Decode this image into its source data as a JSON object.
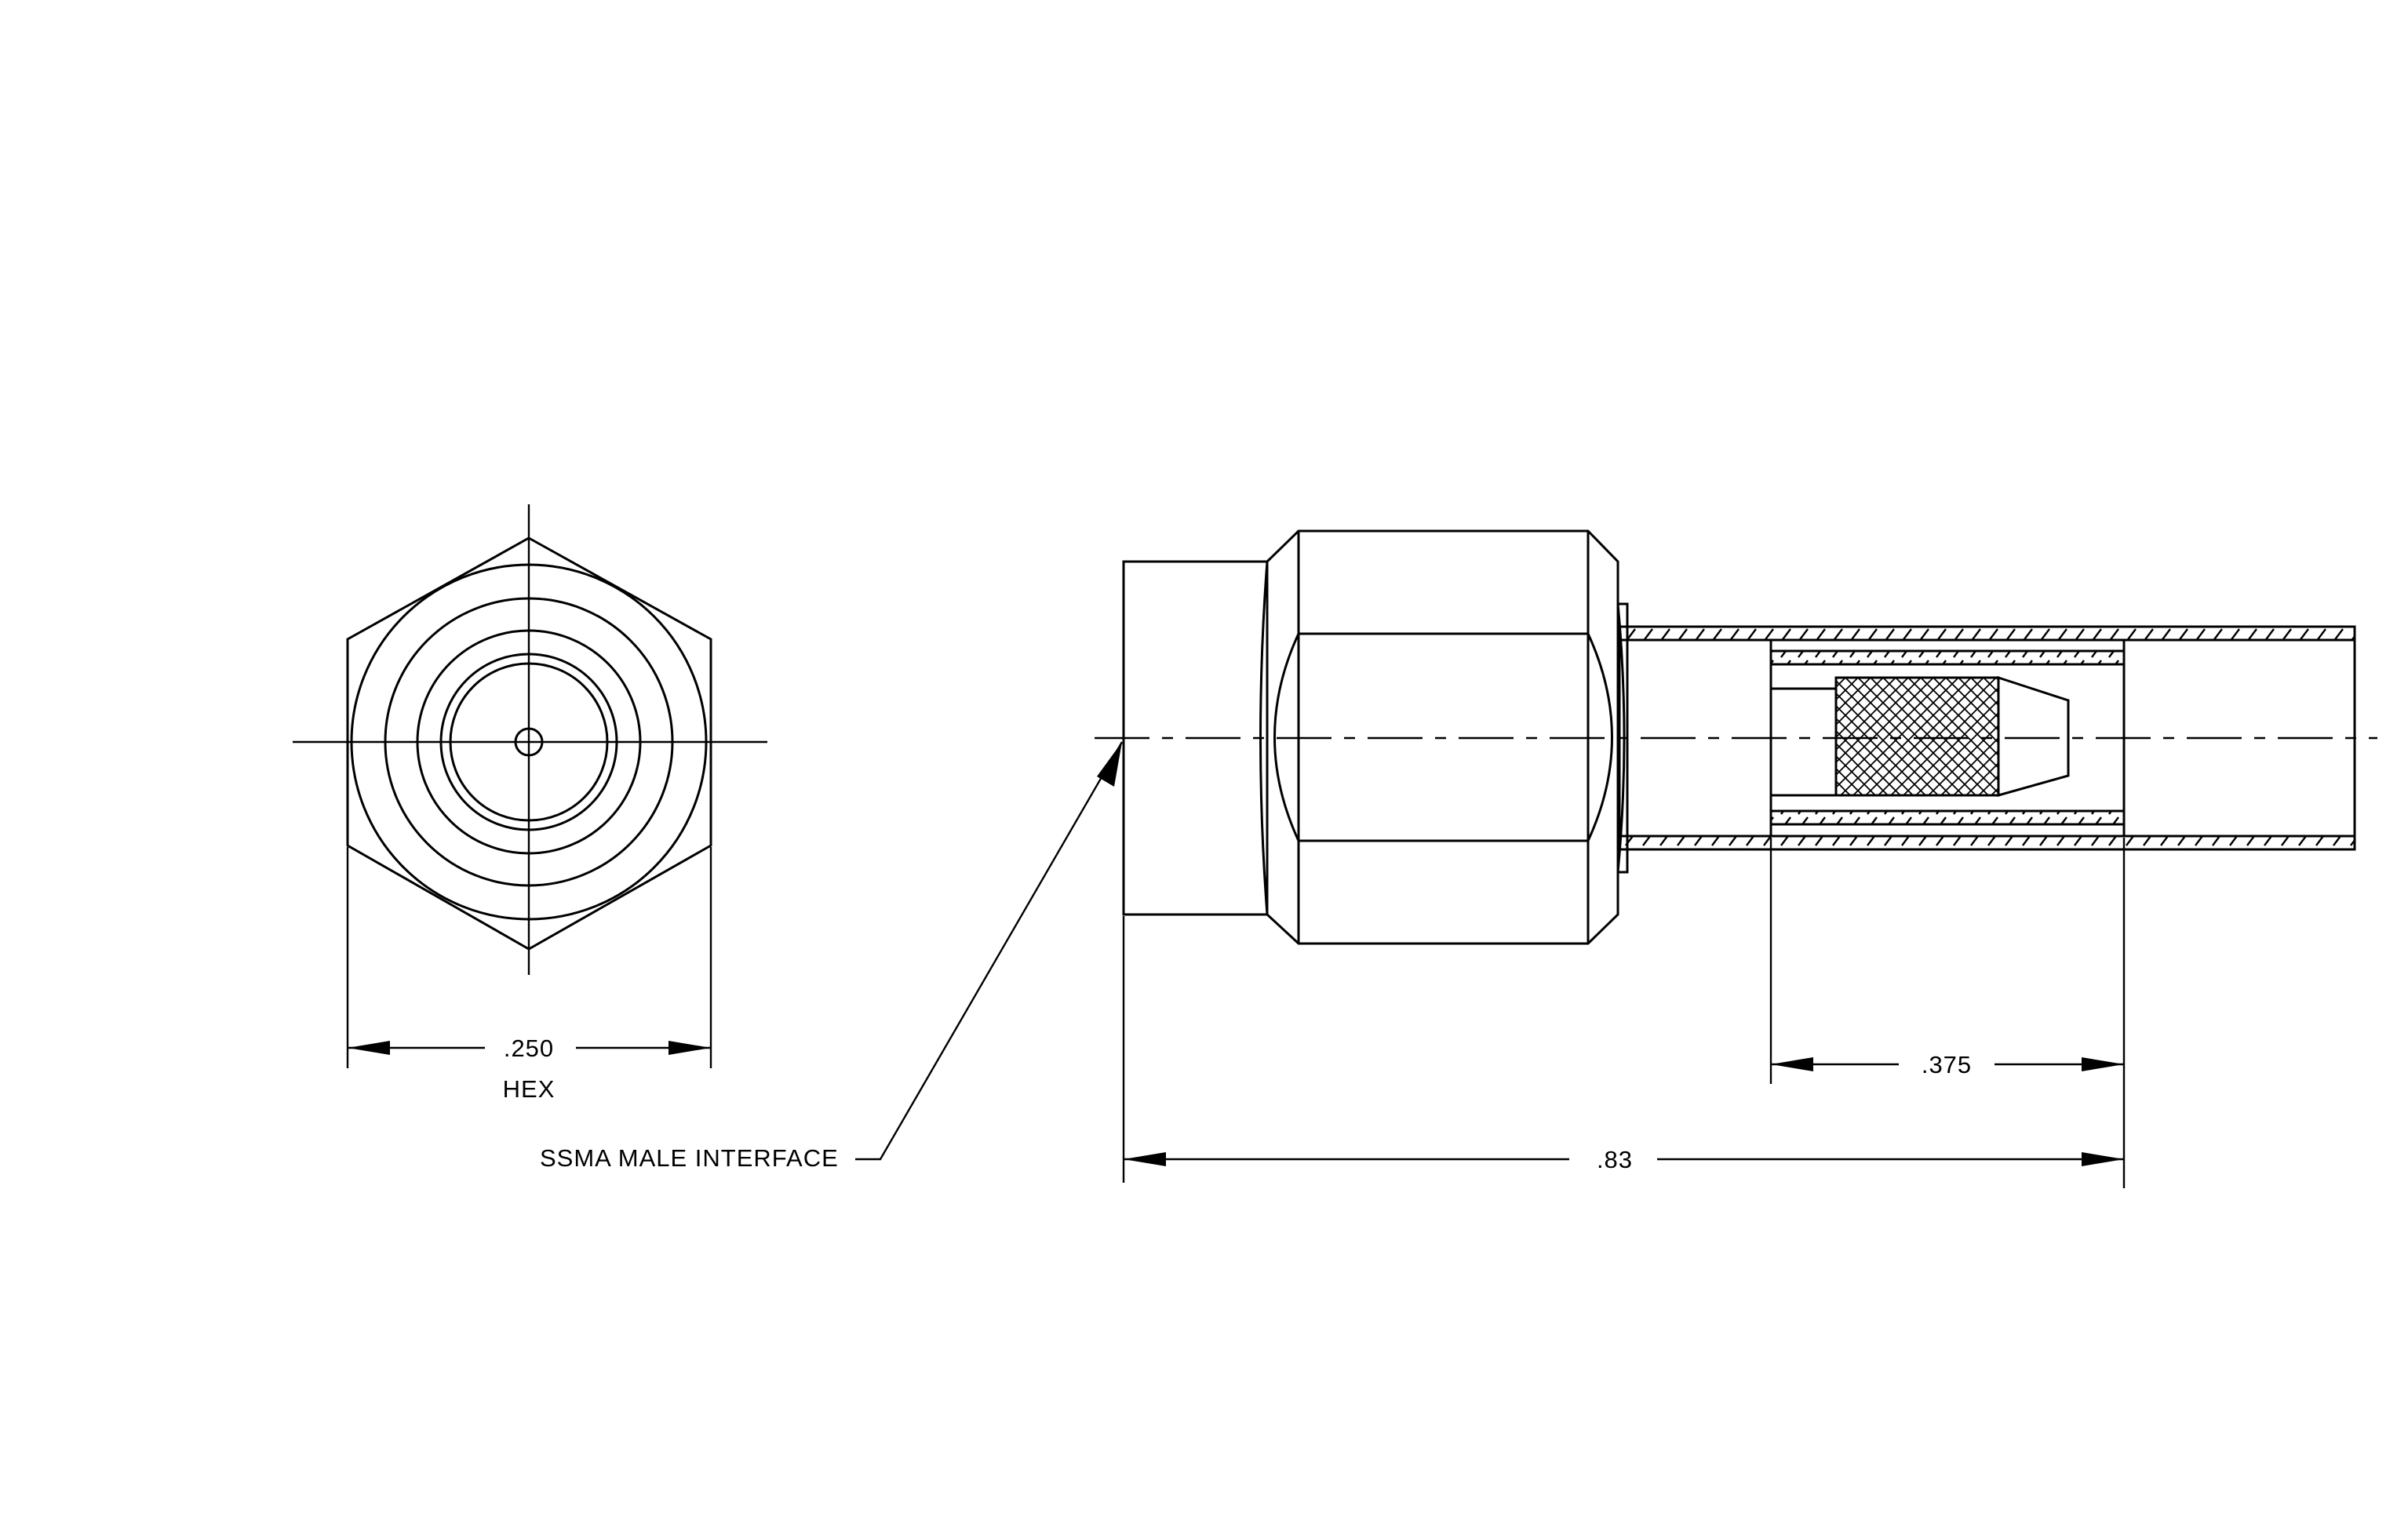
{
  "labels": {
    "hex_dimension": ".250",
    "hex_note": "HEX",
    "interface_callout": "SSMA MALE INTERFACE",
    "crimp_length": ".375",
    "overall_length": ".83"
  }
}
